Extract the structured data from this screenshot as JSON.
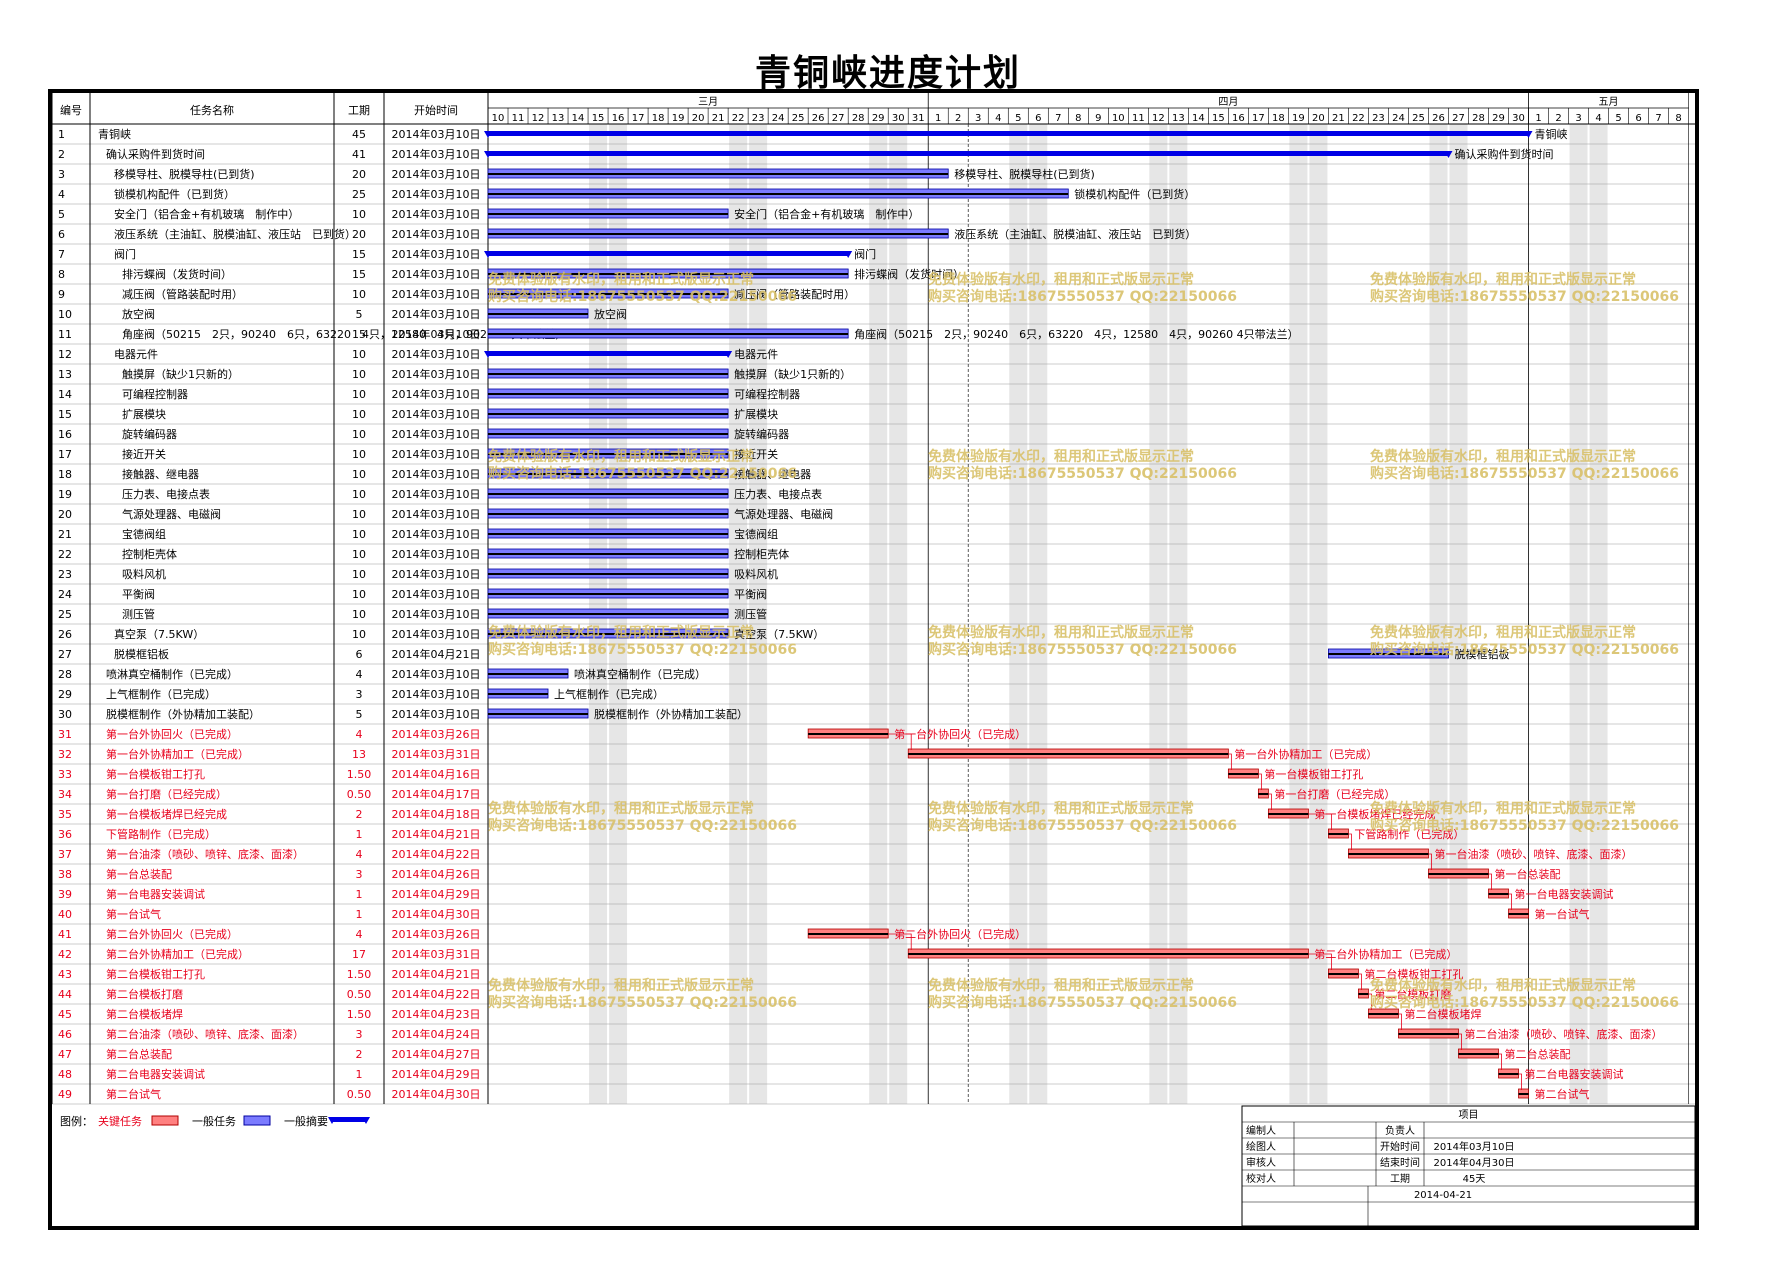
{
  "title": "青铜峡进度计划",
  "headers": {
    "id": "编号",
    "name": "任务名称",
    "duration": "工期",
    "start": "开始时间"
  },
  "colors": {
    "critical": "#ff8080",
    "normal": "#7b7bff",
    "summary": "#0000e6",
    "critical_text": "#e8001c",
    "link": "#0000c0"
  },
  "watermark": [
    "免费体验版有水印，租用和正式版显示正常",
    "购买咨询电话:18675550537 QQ:22150066"
  ],
  "legend": {
    "label": "图例：",
    "critical": "关键任务",
    "normal": "一般任务",
    "summary": "一般摘要"
  },
  "footer": {
    "project_label": "项目",
    "rows": [
      [
        "编制人",
        "",
        "负责人",
        ""
      ],
      [
        "绘图人",
        "",
        "开始时间",
        "2014年03月10日"
      ],
      [
        "审核人",
        "",
        "结束时间",
        "2014年04月30日"
      ],
      [
        "校对人",
        "",
        "工期",
        "45天"
      ]
    ],
    "date": "2014-04-21"
  },
  "chart_data": {
    "type": "gantt",
    "title": "青铜峡进度计划",
    "start_date": "2014-03-10",
    "months": [
      {
        "label": "三月",
        "days": [
          "10",
          "11",
          "12",
          "13",
          "14",
          "15",
          "16",
          "17",
          "18",
          "19",
          "20",
          "21",
          "22",
          "23",
          "24",
          "25",
          "26",
          "27",
          "28",
          "29",
          "30",
          "31"
        ]
      },
      {
        "label": "四月",
        "days": [
          "1",
          "2",
          "3",
          "4",
          "5",
          "6",
          "7",
          "8",
          "9",
          "10",
          "11",
          "12",
          "13",
          "14",
          "15",
          "16",
          "17",
          "18",
          "19",
          "20",
          "21",
          "22",
          "23",
          "24",
          "25",
          "26",
          "27",
          "28",
          "29",
          "30"
        ]
      },
      {
        "label": "五月",
        "days": [
          "1",
          "2",
          "3",
          "4",
          "5",
          "6",
          "7",
          "8"
        ]
      }
    ],
    "weekend_days": [
      "2014-03-15",
      "2014-03-16",
      "2014-03-22",
      "2014-03-23",
      "2014-03-29",
      "2014-03-30",
      "2014-04-05",
      "2014-04-06",
      "2014-04-12",
      "2014-04-13",
      "2014-04-19",
      "2014-04-20",
      "2014-04-26",
      "2014-04-27",
      "2014-05-03",
      "2014-05-04"
    ],
    "today_line": "2014-04-03",
    "tasks": [
      {
        "id": "1",
        "name": "青铜峡",
        "duration": "45",
        "start": "2014年03月10日",
        "bar_start": "2014-03-10",
        "bar_end": "2014-05-01",
        "type": "summary",
        "label": "青铜峡",
        "indent": 0
      },
      {
        "id": "2",
        "name": "确认采购件到货时间",
        "duration": "41",
        "start": "2014年03月10日",
        "bar_start": "2014-03-10",
        "bar_end": "2014-04-27",
        "type": "summary",
        "label": "确认采购件到货时间",
        "indent": 1
      },
      {
        "id": "3",
        "name": "移模导柱、脱模导柱(已到货)",
        "duration": "20",
        "start": "2014年03月10日",
        "bar_start": "2014-03-10",
        "bar_end": "2014-04-02",
        "type": "normal",
        "label": "移模导柱、脱模导柱(已到货)",
        "indent": 2
      },
      {
        "id": "4",
        "name": "锁模机构配件（已到货）",
        "duration": "25",
        "start": "2014年03月10日",
        "bar_start": "2014-03-10",
        "bar_end": "2014-04-08",
        "type": "normal",
        "label": "锁模机构配件（已到货）",
        "indent": 2
      },
      {
        "id": "5",
        "name": "安全门（铝合金+有机玻璃　制作中）",
        "duration": "10",
        "start": "2014年03月10日",
        "bar_start": "2014-03-10",
        "bar_end": "2014-03-22",
        "type": "normal",
        "label": "安全门（铝合金+有机玻璃　制作中）",
        "indent": 2
      },
      {
        "id": "6",
        "name": "液压系统（主油缸、脱模油缸、液压站　已到货）",
        "duration": "20",
        "start": "2014年03月10日",
        "bar_start": "2014-03-10",
        "bar_end": "2014-04-02",
        "type": "normal",
        "label": "液压系统（主油缸、脱模油缸、液压站　已到货）",
        "indent": 2
      },
      {
        "id": "7",
        "name": "阀门",
        "duration": "15",
        "start": "2014年03月10日",
        "bar_start": "2014-03-10",
        "bar_end": "2014-03-28",
        "type": "summary",
        "label": "阀门",
        "indent": 2
      },
      {
        "id": "8",
        "name": "排污蝶阀（发货时间）",
        "duration": "15",
        "start": "2014年03月10日",
        "bar_start": "2014-03-10",
        "bar_end": "2014-03-28",
        "type": "normal",
        "label": "排污蝶阀（发货时间）",
        "indent": 3
      },
      {
        "id": "9",
        "name": "减压阀（管路装配时用）",
        "duration": "10",
        "start": "2014年03月10日",
        "bar_start": "2014-03-10",
        "bar_end": "2014-03-22",
        "type": "normal",
        "label": "减压阀（管路装配时用）",
        "indent": 3
      },
      {
        "id": "10",
        "name": "放空阀",
        "duration": "5",
        "start": "2014年03月10日",
        "bar_start": "2014-03-10",
        "bar_end": "2014-03-15",
        "type": "normal",
        "label": "放空阀",
        "indent": 3
      },
      {
        "id": "11",
        "name": "角座阀（50215　2只，90240　6只，63220　4只，12580　4只，90260 4只带法兰）",
        "duration": "15",
        "start": "2014年03月10日",
        "bar_start": "2014-03-10",
        "bar_end": "2014-03-28",
        "type": "normal",
        "label": "角座阀（50215　2只，90240　6只，63220　4只，12580　4只，90260 4只带法兰）",
        "indent": 3
      },
      {
        "id": "12",
        "name": "电器元件",
        "duration": "10",
        "start": "2014年03月10日",
        "bar_start": "2014-03-10",
        "bar_end": "2014-03-22",
        "type": "summary",
        "label": "电器元件",
        "indent": 2
      },
      {
        "id": "13",
        "name": "触摸屏（缺少1只新的）",
        "duration": "10",
        "start": "2014年03月10日",
        "bar_start": "2014-03-10",
        "bar_end": "2014-03-22",
        "type": "normal",
        "label": "触摸屏（缺少1只新的）",
        "indent": 3
      },
      {
        "id": "14",
        "name": "可编程控制器",
        "duration": "10",
        "start": "2014年03月10日",
        "bar_start": "2014-03-10",
        "bar_end": "2014-03-22",
        "type": "normal",
        "label": "可编程控制器",
        "indent": 3
      },
      {
        "id": "15",
        "name": "扩展模块",
        "duration": "10",
        "start": "2014年03月10日",
        "bar_start": "2014-03-10",
        "bar_end": "2014-03-22",
        "type": "normal",
        "label": "扩展模块",
        "indent": 3
      },
      {
        "id": "16",
        "name": "旋转编码器",
        "duration": "10",
        "start": "2014年03月10日",
        "bar_start": "2014-03-10",
        "bar_end": "2014-03-22",
        "type": "normal",
        "label": "旋转编码器",
        "indent": 3
      },
      {
        "id": "17",
        "name": "接近开关",
        "duration": "10",
        "start": "2014年03月10日",
        "bar_start": "2014-03-10",
        "bar_end": "2014-03-22",
        "type": "normal",
        "label": "接近开关",
        "indent": 3
      },
      {
        "id": "18",
        "name": "接触器、继电器",
        "duration": "10",
        "start": "2014年03月10日",
        "bar_start": "2014-03-10",
        "bar_end": "2014-03-22",
        "type": "normal",
        "label": "接触器、继电器",
        "indent": 3
      },
      {
        "id": "19",
        "name": "压力表、电接点表",
        "duration": "10",
        "start": "2014年03月10日",
        "bar_start": "2014-03-10",
        "bar_end": "2014-03-22",
        "type": "normal",
        "label": "压力表、电接点表",
        "indent": 3
      },
      {
        "id": "20",
        "name": "气源处理器、电磁阀",
        "duration": "10",
        "start": "2014年03月10日",
        "bar_start": "2014-03-10",
        "bar_end": "2014-03-22",
        "type": "normal",
        "label": "气源处理器、电磁阀",
        "indent": 3
      },
      {
        "id": "21",
        "name": "宝德阀组",
        "duration": "10",
        "start": "2014年03月10日",
        "bar_start": "2014-03-10",
        "bar_end": "2014-03-22",
        "type": "normal",
        "label": "宝德阀组",
        "indent": 3
      },
      {
        "id": "22",
        "name": "控制柜壳体",
        "duration": "10",
        "start": "2014年03月10日",
        "bar_start": "2014-03-10",
        "bar_end": "2014-03-22",
        "type": "normal",
        "label": "控制柜壳体",
        "indent": 3
      },
      {
        "id": "23",
        "name": "吸料风机",
        "duration": "10",
        "start": "2014年03月10日",
        "bar_start": "2014-03-10",
        "bar_end": "2014-03-22",
        "type": "normal",
        "label": "吸料风机",
        "indent": 3
      },
      {
        "id": "24",
        "name": "平衡阀",
        "duration": "10",
        "start": "2014年03月10日",
        "bar_start": "2014-03-10",
        "bar_end": "2014-03-22",
        "type": "normal",
        "label": "平衡阀",
        "indent": 3
      },
      {
        "id": "25",
        "name": "测压管",
        "duration": "10",
        "start": "2014年03月10日",
        "bar_start": "2014-03-10",
        "bar_end": "2014-03-22",
        "type": "normal",
        "label": "测压管",
        "indent": 3
      },
      {
        "id": "26",
        "name": "真空泵（7.5KW）",
        "duration": "10",
        "start": "2014年03月10日",
        "bar_start": "2014-03-10",
        "bar_end": "2014-03-22",
        "type": "normal",
        "label": "真空泵（7.5KW）",
        "indent": 2
      },
      {
        "id": "27",
        "name": "脱模框铝板",
        "duration": "6",
        "start": "2014年04月21日",
        "bar_start": "2014-04-21",
        "bar_end": "2014-04-27",
        "type": "normal",
        "label": "脱模框铝板",
        "indent": 2
      },
      {
        "id": "28",
        "name": "喷淋真空桶制作（已完成）",
        "duration": "4",
        "start": "2014年03月10日",
        "bar_start": "2014-03-10",
        "bar_end": "2014-03-14",
        "type": "normal",
        "label": "喷淋真空桶制作（已完成）",
        "indent": 1
      },
      {
        "id": "29",
        "name": "上气框制作（已完成）",
        "duration": "3",
        "start": "2014年03月10日",
        "bar_start": "2014-03-10",
        "bar_end": "2014-03-13",
        "type": "normal",
        "label": "上气框制作（已完成）",
        "indent": 1
      },
      {
        "id": "30",
        "name": "脱模框制作（外协精加工装配）",
        "duration": "5",
        "start": "2014年03月10日",
        "bar_start": "2014-03-10",
        "bar_end": "2014-03-15",
        "type": "normal",
        "label": "脱模框制作（外协精加工装配）",
        "indent": 1
      },
      {
        "id": "31",
        "name": "第一台外协回火（已完成）",
        "duration": "4",
        "start": "2014年03月26日",
        "bar_start": "2014-03-26",
        "bar_end": "2014-03-30",
        "type": "critical",
        "label": "第一台外协回火（已完成）",
        "indent": 1
      },
      {
        "id": "32",
        "name": "第一台外协精加工（已完成）",
        "duration": "13",
        "start": "2014年03月31日",
        "bar_start": "2014-03-31",
        "bar_end": "2014-04-16",
        "type": "critical",
        "label": "第一台外协精加工（已完成）",
        "indent": 1
      },
      {
        "id": "33",
        "name": "第一台模板钳工打孔",
        "duration": "1.50",
        "start": "2014年04月16日",
        "bar_start": "2014-04-16",
        "bar_end": "2014-04-17.5",
        "type": "critical",
        "label": "第一台模板钳工打孔",
        "indent": 1
      },
      {
        "id": "34",
        "name": "第一台打磨（已经完成）",
        "duration": "0.50",
        "start": "2014年04月17日",
        "bar_start": "2014-04-17.5",
        "bar_end": "2014-04-18",
        "type": "critical",
        "label": "第一台打磨（已经完成）",
        "indent": 1
      },
      {
        "id": "35",
        "name": "第一台模板堵焊已经完成",
        "duration": "2",
        "start": "2014年04月18日",
        "bar_start": "2014-04-18",
        "bar_end": "2014-04-20",
        "type": "critical",
        "label": "第一台模板堵焊已经完成",
        "indent": 1
      },
      {
        "id": "36",
        "name": "下管路制作（已完成）",
        "duration": "1",
        "start": "2014年04月21日",
        "bar_start": "2014-04-21",
        "bar_end": "2014-04-22",
        "type": "critical",
        "label": "下管路制作（已完成）",
        "indent": 1
      },
      {
        "id": "37",
        "name": "第一台油漆（喷砂、喷锌、底漆、面漆）",
        "duration": "4",
        "start": "2014年04月22日",
        "bar_start": "2014-04-22",
        "bar_end": "2014-04-26",
        "type": "critical",
        "label": "第一台油漆（喷砂、喷锌、底漆、面漆）",
        "indent": 1
      },
      {
        "id": "38",
        "name": "第一台总装配",
        "duration": "3",
        "start": "2014年04月26日",
        "bar_start": "2014-04-26",
        "bar_end": "2014-04-29",
        "type": "critical",
        "label": "第一台总装配",
        "indent": 1
      },
      {
        "id": "39",
        "name": "第一台电器安装调试",
        "duration": "1",
        "start": "2014年04月29日",
        "bar_start": "2014-04-29",
        "bar_end": "2014-04-30",
        "type": "critical",
        "label": "第一台电器安装调试",
        "indent": 1
      },
      {
        "id": "40",
        "name": "第一台试气",
        "duration": "1",
        "start": "2014年04月30日",
        "bar_start": "2014-04-30",
        "bar_end": "2014-05-01",
        "type": "critical",
        "label": "第一台试气",
        "indent": 1
      },
      {
        "id": "41",
        "name": "第二台外协回火（已完成）",
        "duration": "4",
        "start": "2014年03月26日",
        "bar_start": "2014-03-26",
        "bar_end": "2014-03-30",
        "type": "critical",
        "label": "第二台外协回火（已完成）",
        "indent": 1
      },
      {
        "id": "42",
        "name": "第二台外协精加工（已完成）",
        "duration": "17",
        "start": "2014年03月31日",
        "bar_start": "2014-03-31",
        "bar_end": "2014-04-20",
        "type": "critical",
        "label": "第二台外协精加工（已完成）",
        "indent": 1
      },
      {
        "id": "43",
        "name": "第二台模板钳工打孔",
        "duration": "1.50",
        "start": "2014年04月21日",
        "bar_start": "2014-04-21",
        "bar_end": "2014-04-22.5",
        "type": "critical",
        "label": "第二台模板钳工打孔",
        "indent": 1
      },
      {
        "id": "44",
        "name": "第二台模板打磨",
        "duration": "0.50",
        "start": "2014年04月22日",
        "bar_start": "2014-04-22.5",
        "bar_end": "2014-04-23",
        "type": "critical",
        "label": "第二台模板打磨",
        "indent": 1
      },
      {
        "id": "45",
        "name": "第二台模板堵焊",
        "duration": "1.50",
        "start": "2014年04月23日",
        "bar_start": "2014-04-23",
        "bar_end": "2014-04-24.5",
        "type": "critical",
        "label": "第二台模板堵焊",
        "indent": 1
      },
      {
        "id": "46",
        "name": "第二台油漆（喷砂、喷锌、底漆、面漆）",
        "duration": "3",
        "start": "2014年04月24日",
        "bar_start": "2014-04-24.5",
        "bar_end": "2014-04-27.5",
        "type": "critical",
        "label": "第二台油漆（喷砂、喷锌、底漆、面漆）",
        "indent": 1
      },
      {
        "id": "47",
        "name": "第二台总装配",
        "duration": "2",
        "start": "2014年04月27日",
        "bar_start": "2014-04-27.5",
        "bar_end": "2014-04-29.5",
        "type": "critical",
        "label": "第二台总装配",
        "indent": 1
      },
      {
        "id": "48",
        "name": "第二台电器安装调试",
        "duration": "1",
        "start": "2014年04月29日",
        "bar_start": "2014-04-29.5",
        "bar_end": "2014-04-30.5",
        "type": "critical",
        "label": "第二台电器安装调试",
        "indent": 1
      },
      {
        "id": "49",
        "name": "第二台试气",
        "duration": "0.50",
        "start": "2014年04月30日",
        "bar_start": "2014-04-30.5",
        "bar_end": "2014-05-01",
        "type": "critical",
        "label": "第二台试气",
        "indent": 1
      }
    ]
  }
}
